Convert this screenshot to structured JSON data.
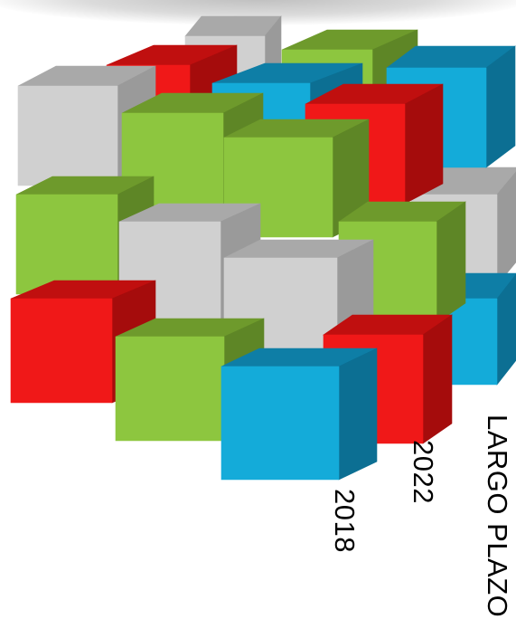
{
  "texts": {
    "title": "LARGO PLAZO",
    "year_end": "2022",
    "year_start": "2018"
  },
  "colors": {
    "red": "#ee1c1c",
    "green": "#8cc63e",
    "blue": "#12aad8",
    "gray": "#cdcdcd"
  }
}
